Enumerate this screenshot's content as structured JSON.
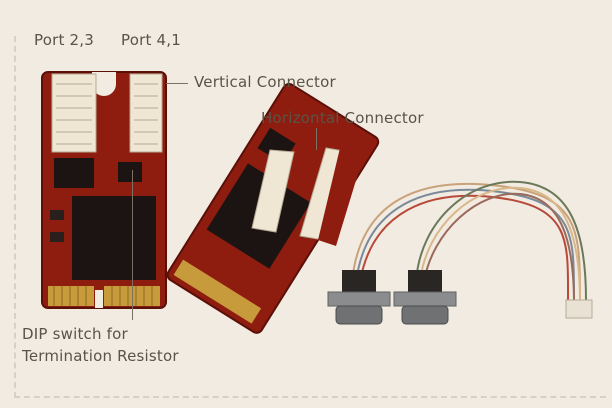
{
  "labels": {
    "port23": "Port 2,3",
    "port41": "Port 4,1",
    "vertical": "Vertical Connector",
    "horizontal": "Horizontal Connector",
    "dip1": "DIP switch for",
    "dip2": "Termination Resistor"
  },
  "colors": {
    "pcb": "#8e1d10",
    "pcb_dark": "#5a0f08",
    "chip": "#1c1413",
    "connector": "#efe6d3",
    "gold": "#c79a3b"
  }
}
